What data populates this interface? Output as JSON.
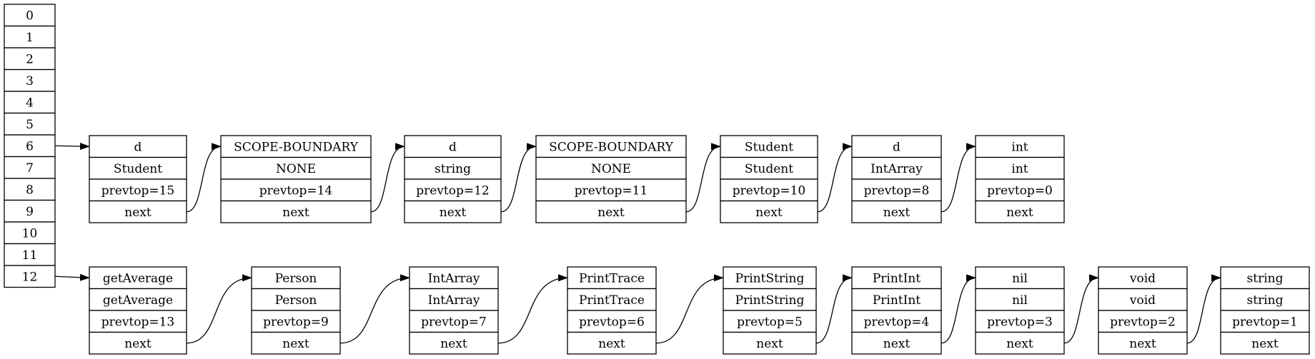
{
  "hash_table": {
    "slots": [
      "0",
      "1",
      "2",
      "3",
      "4",
      "5",
      "6",
      "7",
      "8",
      "9",
      "10",
      "11",
      "12"
    ]
  },
  "chains": [
    {
      "slot": "6",
      "records": [
        {
          "name": "d",
          "type": "Student",
          "prevtop": "prevtop=15",
          "next": "next"
        },
        {
          "name": "SCOPE-BOUNDARY",
          "type": "NONE",
          "prevtop": "prevtop=14",
          "next": "next"
        },
        {
          "name": "d",
          "type": "string",
          "prevtop": "prevtop=12",
          "next": "next"
        },
        {
          "name": "SCOPE-BOUNDARY",
          "type": "NONE",
          "prevtop": "prevtop=11",
          "next": "next"
        },
        {
          "name": "Student",
          "type": "Student",
          "prevtop": "prevtop=10",
          "next": "next"
        },
        {
          "name": "d",
          "type": "IntArray",
          "prevtop": "prevtop=8",
          "next": "next"
        },
        {
          "name": "int",
          "type": "int",
          "prevtop": "prevtop=0",
          "next": "next"
        }
      ]
    },
    {
      "slot": "12",
      "records": [
        {
          "name": "getAverage",
          "type": "getAverage",
          "prevtop": "prevtop=13",
          "next": "next"
        },
        {
          "name": "Person",
          "type": "Person",
          "prevtop": "prevtop=9",
          "next": "next"
        },
        {
          "name": "IntArray",
          "type": "IntArray",
          "prevtop": "prevtop=7",
          "next": "next"
        },
        {
          "name": "PrintTrace",
          "type": "PrintTrace",
          "prevtop": "prevtop=6",
          "next": "next"
        },
        {
          "name": "PrintString",
          "type": "PrintString",
          "prevtop": "prevtop=5",
          "next": "next"
        },
        {
          "name": "PrintInt",
          "type": "PrintInt",
          "prevtop": "prevtop=4",
          "next": "next"
        },
        {
          "name": "nil",
          "type": "nil",
          "prevtop": "prevtop=3",
          "next": "next"
        },
        {
          "name": "void",
          "type": "void",
          "prevtop": "prevtop=2",
          "next": "next"
        },
        {
          "name": "string",
          "type": "string",
          "prevtop": "prevtop=1",
          "next": "next"
        }
      ]
    }
  ],
  "colors": {
    "stroke": "#000000",
    "background": "#ffffff"
  }
}
